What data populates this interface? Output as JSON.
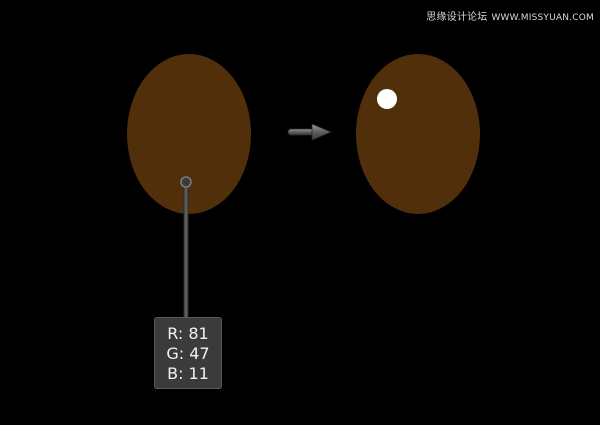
{
  "watermark": {
    "text": "思缘设计论坛",
    "site": "WWW.MISSYUAN.COM"
  },
  "colors": {
    "background": "#000000",
    "eye_fill": "#512f0b",
    "highlight": "#ffffff",
    "pointer_line": "#5a5a5a",
    "arrow": "#6b6b6b"
  },
  "color_readout": {
    "r": "R: 81",
    "g": "G: 47",
    "b": "B: 11"
  },
  "icons": {
    "pointer": "eyedropper-sample-circle-icon",
    "arrow": "right-arrow-icon"
  }
}
